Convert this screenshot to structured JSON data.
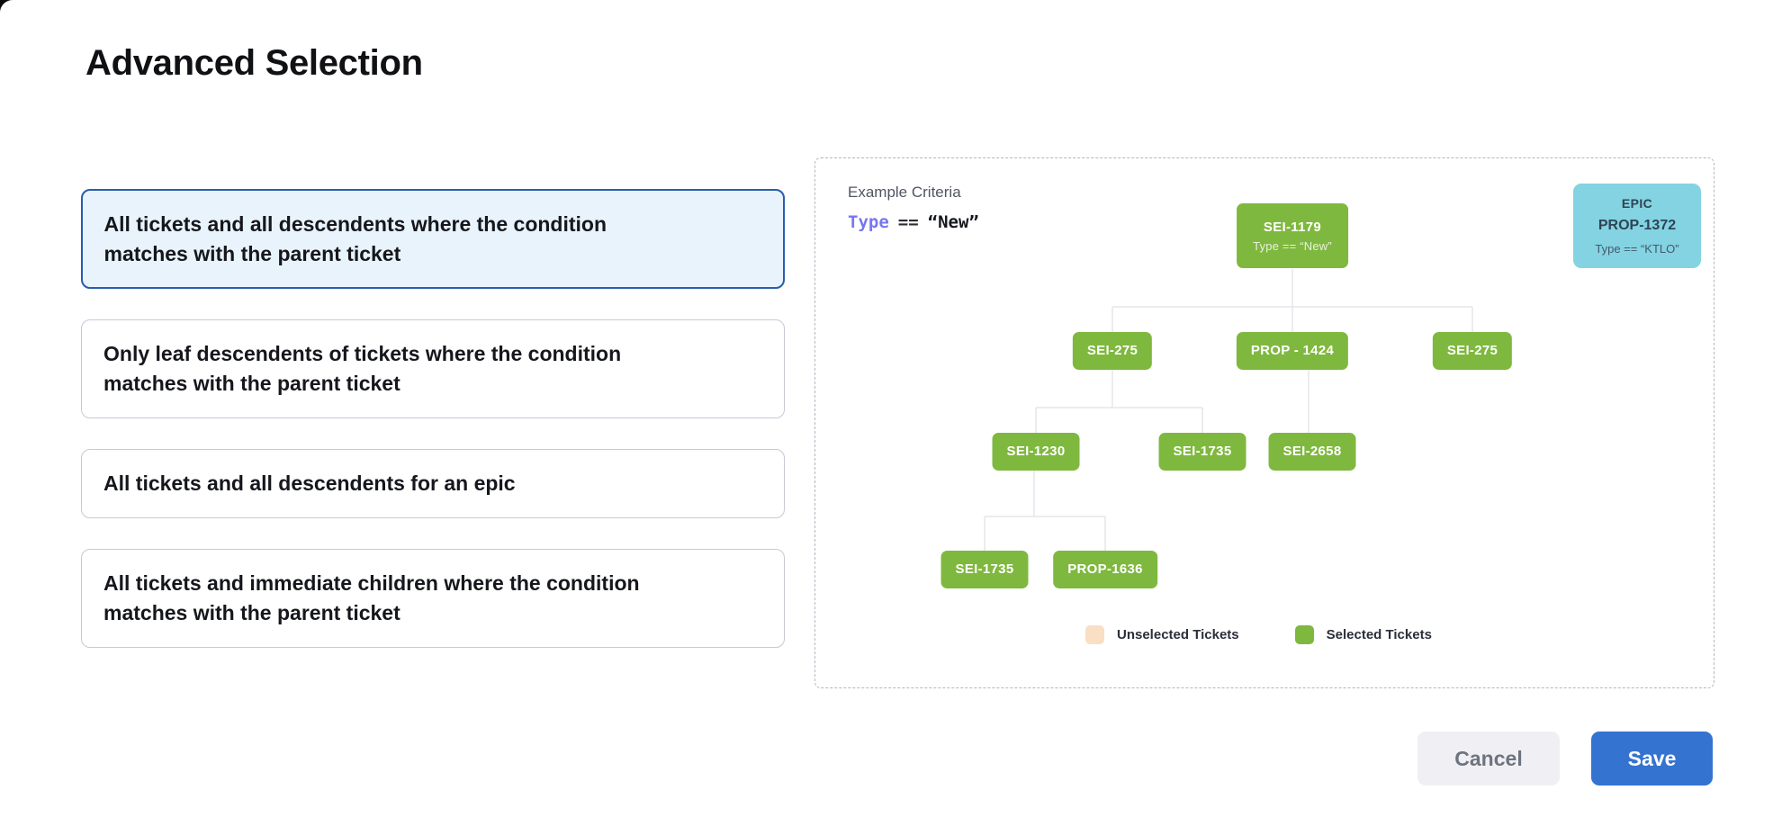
{
  "page": {
    "title": "Advanced Selection"
  },
  "options": [
    {
      "label": "All tickets and all descendents where the condition matches with the parent ticket",
      "selected": true
    },
    {
      "label": "Only leaf descendents of tickets where the condition matches with the parent ticket",
      "selected": false
    },
    {
      "label": "All tickets and all descendents for an epic",
      "selected": false
    },
    {
      "label": "All tickets and immediate children where the condition matches with the parent ticket",
      "selected": false
    }
  ],
  "example": {
    "heading": "Example Criteria",
    "criteria": {
      "field": "Type",
      "operator": "==",
      "value": "“New”"
    },
    "epic_card": {
      "type_label": "EPIC",
      "id": "PROP-1372",
      "condition": "Type == “KTLO”"
    },
    "tree": {
      "root": {
        "id": "SEI-1179",
        "condition": "Type == “New”"
      },
      "level2": [
        "SEI-275",
        "PROP - 1424",
        "SEI-275"
      ],
      "level3": [
        "SEI-1230",
        "SEI-1735",
        "SEI-2658"
      ],
      "level4": [
        "SEI-1735",
        "PROP-1636"
      ]
    },
    "legend": [
      {
        "label": "Unselected Tickets",
        "color": "#F9DFC4"
      },
      {
        "label": "Selected Tickets",
        "color": "#7FB83E"
      }
    ]
  },
  "footer": {
    "cancel_label": "Cancel",
    "save_label": "Save"
  },
  "colors": {
    "selected_card_border": "#2A5CAD",
    "selected_card_bg": "#E9F3FB",
    "node_green": "#7FB83E",
    "epic_cyan": "#83D3E2",
    "criteria_field": "#7678F0",
    "save_button": "#3573D0",
    "connector": "#E3E5EA"
  }
}
